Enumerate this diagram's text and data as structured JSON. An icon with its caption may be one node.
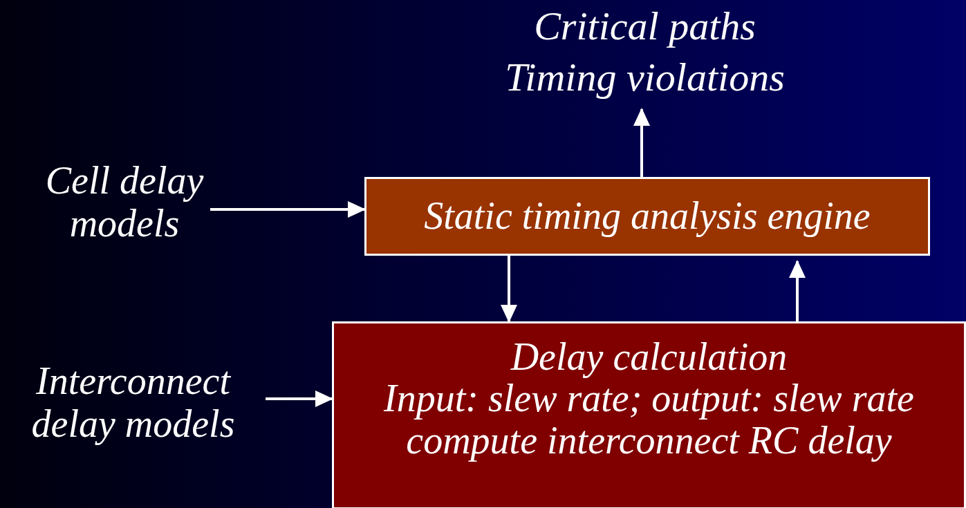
{
  "diagram": {
    "nodes": [
      {
        "text": [
          "Critical paths",
          "Timing violations"
        ]
      },
      {
        "text": [
          "Cell delay models"
        ]
      },
      {
        "text": [
          "Static timing analysis engine"
        ]
      },
      {
        "text": [
          "Interconnect delay models"
        ]
      },
      {
        "text": [
          "Delay calculation",
          "Input: slew rate; output: slew rate",
          "compute interconnect RC delay"
        ]
      }
    ],
    "edges": [
      {
        "from": 2,
        "to": 0,
        "arrow": "to"
      },
      {
        "from": 1,
        "to": 2,
        "arrow": "to"
      },
      {
        "from": 2,
        "to": 4,
        "arrow": "to"
      },
      {
        "from": 4,
        "to": 2,
        "arrow": "to"
      },
      {
        "from": 3,
        "to": 4,
        "arrow": "to"
      }
    ]
  }
}
